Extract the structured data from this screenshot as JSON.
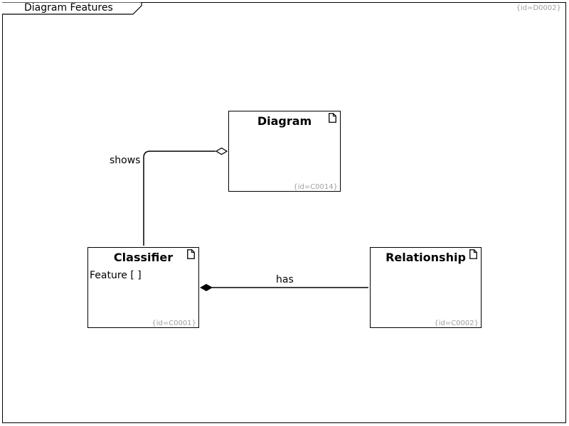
{
  "diagram": {
    "title": "Diagram Features",
    "id_label": "{id=D0002}"
  },
  "classes": {
    "diagram": {
      "name": "Diagram",
      "id_label": "{id=C0014}"
    },
    "classifier": {
      "name": "Classifier",
      "attribute": "Feature [ ]",
      "id_label": "{id=C0001}"
    },
    "relationship": {
      "name": "Relationship",
      "id_label": "{id=C0002}"
    }
  },
  "associations": {
    "shows": {
      "label": "shows",
      "kind": "aggregation"
    },
    "has": {
      "label": "has",
      "kind": "composition"
    }
  },
  "icons": {
    "class_icon": "document-icon"
  }
}
